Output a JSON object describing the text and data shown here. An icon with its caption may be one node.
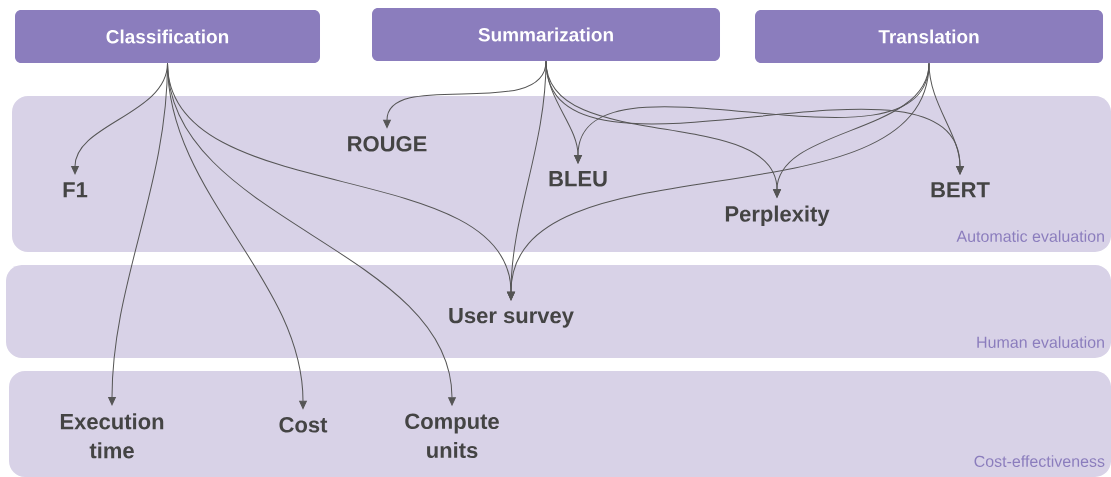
{
  "diagram": {
    "nodes": [
      {
        "text": [
          "Classification"
        ]
      },
      {
        "text": [
          "Summarization"
        ]
      },
      {
        "text": [
          "Translation"
        ]
      },
      {
        "text": [
          "Automatic evaluation"
        ]
      },
      {
        "text": [
          "F1"
        ],
        "in": 3
      },
      {
        "text": [
          "ROUGE"
        ],
        "in": 3
      },
      {
        "text": [
          "BLEU"
        ],
        "in": 3
      },
      {
        "text": [
          "Perplexity"
        ],
        "in": 3
      },
      {
        "text": [
          "BERT"
        ],
        "in": 3
      },
      {
        "text": [
          "Human evaluation"
        ]
      },
      {
        "text": [
          "User survey"
        ],
        "in": 9
      },
      {
        "text": [
          "Cost-effectiveness"
        ]
      },
      {
        "text": [
          "Execution time"
        ],
        "in": 11
      },
      {
        "text": [
          "Cost"
        ],
        "in": 11
      },
      {
        "text": [
          "Compute units"
        ],
        "in": 11
      }
    ],
    "edges": [
      {
        "from": 0,
        "to": 4,
        "arrow": "to"
      },
      {
        "from": 0,
        "to": 10,
        "arrow": "to"
      },
      {
        "from": 0,
        "to": 12,
        "arrow": "to"
      },
      {
        "from": 0,
        "to": 13,
        "arrow": "to"
      },
      {
        "from": 0,
        "to": 14,
        "arrow": "to"
      },
      {
        "from": 1,
        "to": 5,
        "arrow": "to"
      },
      {
        "from": 1,
        "to": 6,
        "arrow": "to"
      },
      {
        "from": 1,
        "to": 7,
        "arrow": "to"
      },
      {
        "from": 1,
        "to": 8,
        "arrow": "to"
      },
      {
        "from": 1,
        "to": 10,
        "arrow": "to"
      },
      {
        "from": 2,
        "to": 6,
        "arrow": "to"
      },
      {
        "from": 2,
        "to": 7,
        "arrow": "to"
      },
      {
        "from": 2,
        "to": 8,
        "arrow": "to"
      },
      {
        "from": 2,
        "to": 10,
        "arrow": "to"
      }
    ]
  }
}
